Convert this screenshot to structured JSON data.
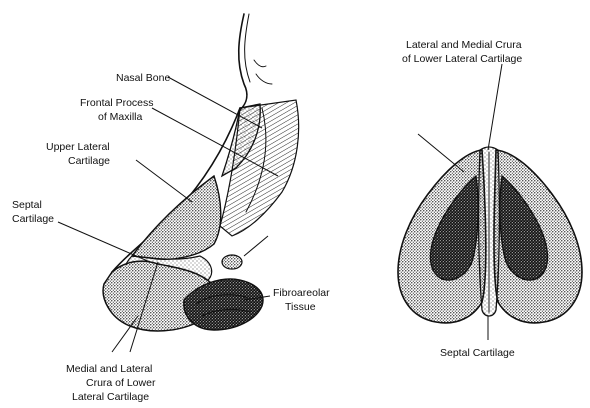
{
  "figure": {
    "left_view": {
      "labels": {
        "nasal_bone": "Nasal Bone",
        "frontal_process_l1": "Frontal Process",
        "frontal_process_l2": "of Maxilla",
        "upper_lateral_l1": "Upper Lateral",
        "upper_lateral_l2": "Cartilage",
        "septal_l1": "Septal",
        "septal_l2": "Cartilage",
        "fibroareolar_l1": "Fibroareolar",
        "fibroareolar_l2": "Tissue",
        "crura_l1": "Medial and Lateral",
        "crura_l2": "Crura of Lower",
        "crura_l3": "Lateral Cartilage"
      }
    },
    "right_view": {
      "labels": {
        "crura_l1": "Lateral and Medial Crura",
        "crura_l2": "of Lower Lateral Cartilage",
        "septal": "Septal Cartilage"
      }
    }
  }
}
